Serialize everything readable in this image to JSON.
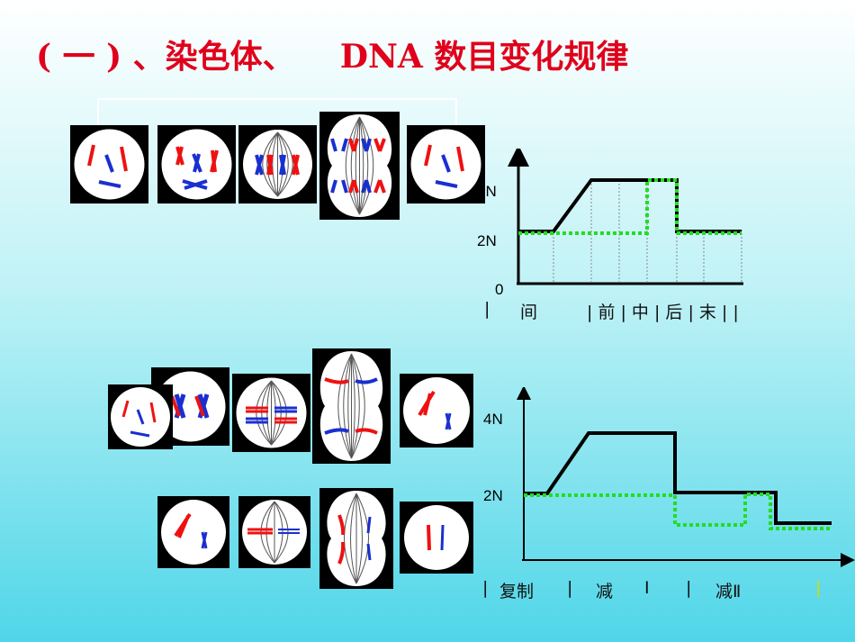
{
  "title": "( 一 ) 、染色体、    DNA 数目变化规律",
  "chart_mitosis": {
    "ylabels": [
      "4N",
      "2N",
      "0"
    ],
    "stages": [
      "|",
      "间",
      "| 前 | 中 | 后 | 末 | |"
    ]
  },
  "chart_meiosis": {
    "ylabels": [
      "4N",
      "2N"
    ],
    "stages": [
      "|",
      "复制",
      "|",
      "减",
      "Ⅰ",
      "|",
      "减Ⅱ",
      "|"
    ]
  },
  "colors": {
    "title": "#e0001b",
    "dna_line": "#000000",
    "chromosome_line": "#22dd22",
    "chrom_red": "#ee1111",
    "chrom_blue": "#1a2fd0"
  }
}
